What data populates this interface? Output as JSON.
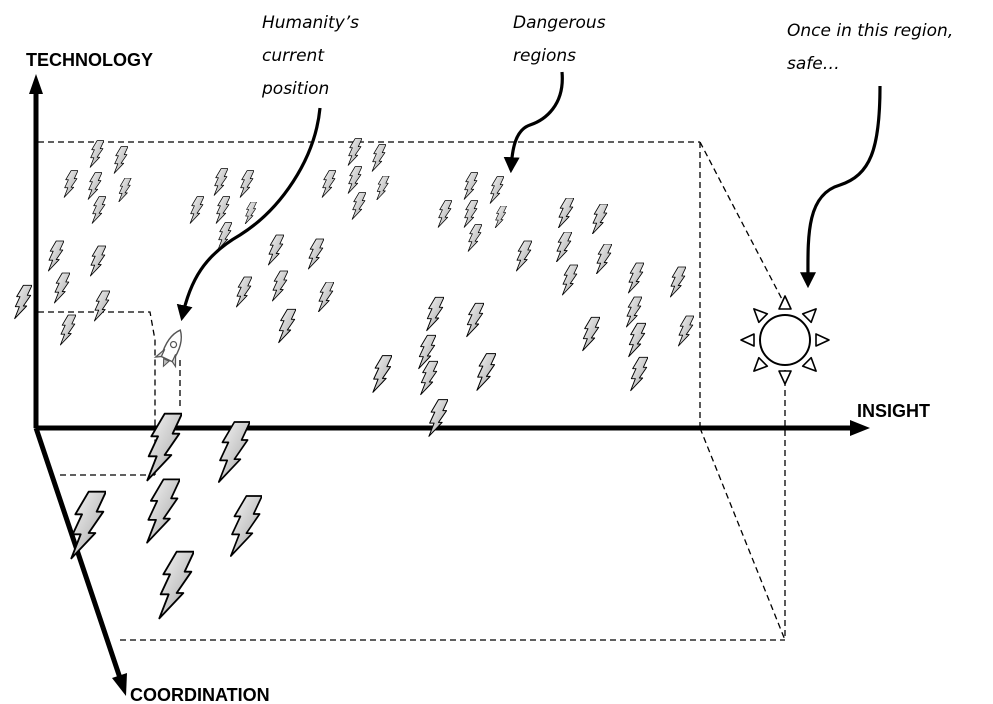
{
  "axes": {
    "technology": "TECHNOLOGY",
    "insight": "INSIGHT",
    "coordination": "COORDINATION"
  },
  "annotations": {
    "humanity": [
      "Humanity’s",
      "current",
      "position"
    ],
    "dangerous": [
      "Dangerous",
      "regions"
    ],
    "safe": [
      "Once in this region,",
      "safe…"
    ]
  },
  "icons": {
    "position_marker": "rocket-icon",
    "hazard": "lightning-bolt-icon",
    "safe_region": "sun-icon"
  },
  "colors": {
    "line": "#000000",
    "bolt_light": "#f4f4f4",
    "bolt_dark": "#8a8a8a"
  }
}
